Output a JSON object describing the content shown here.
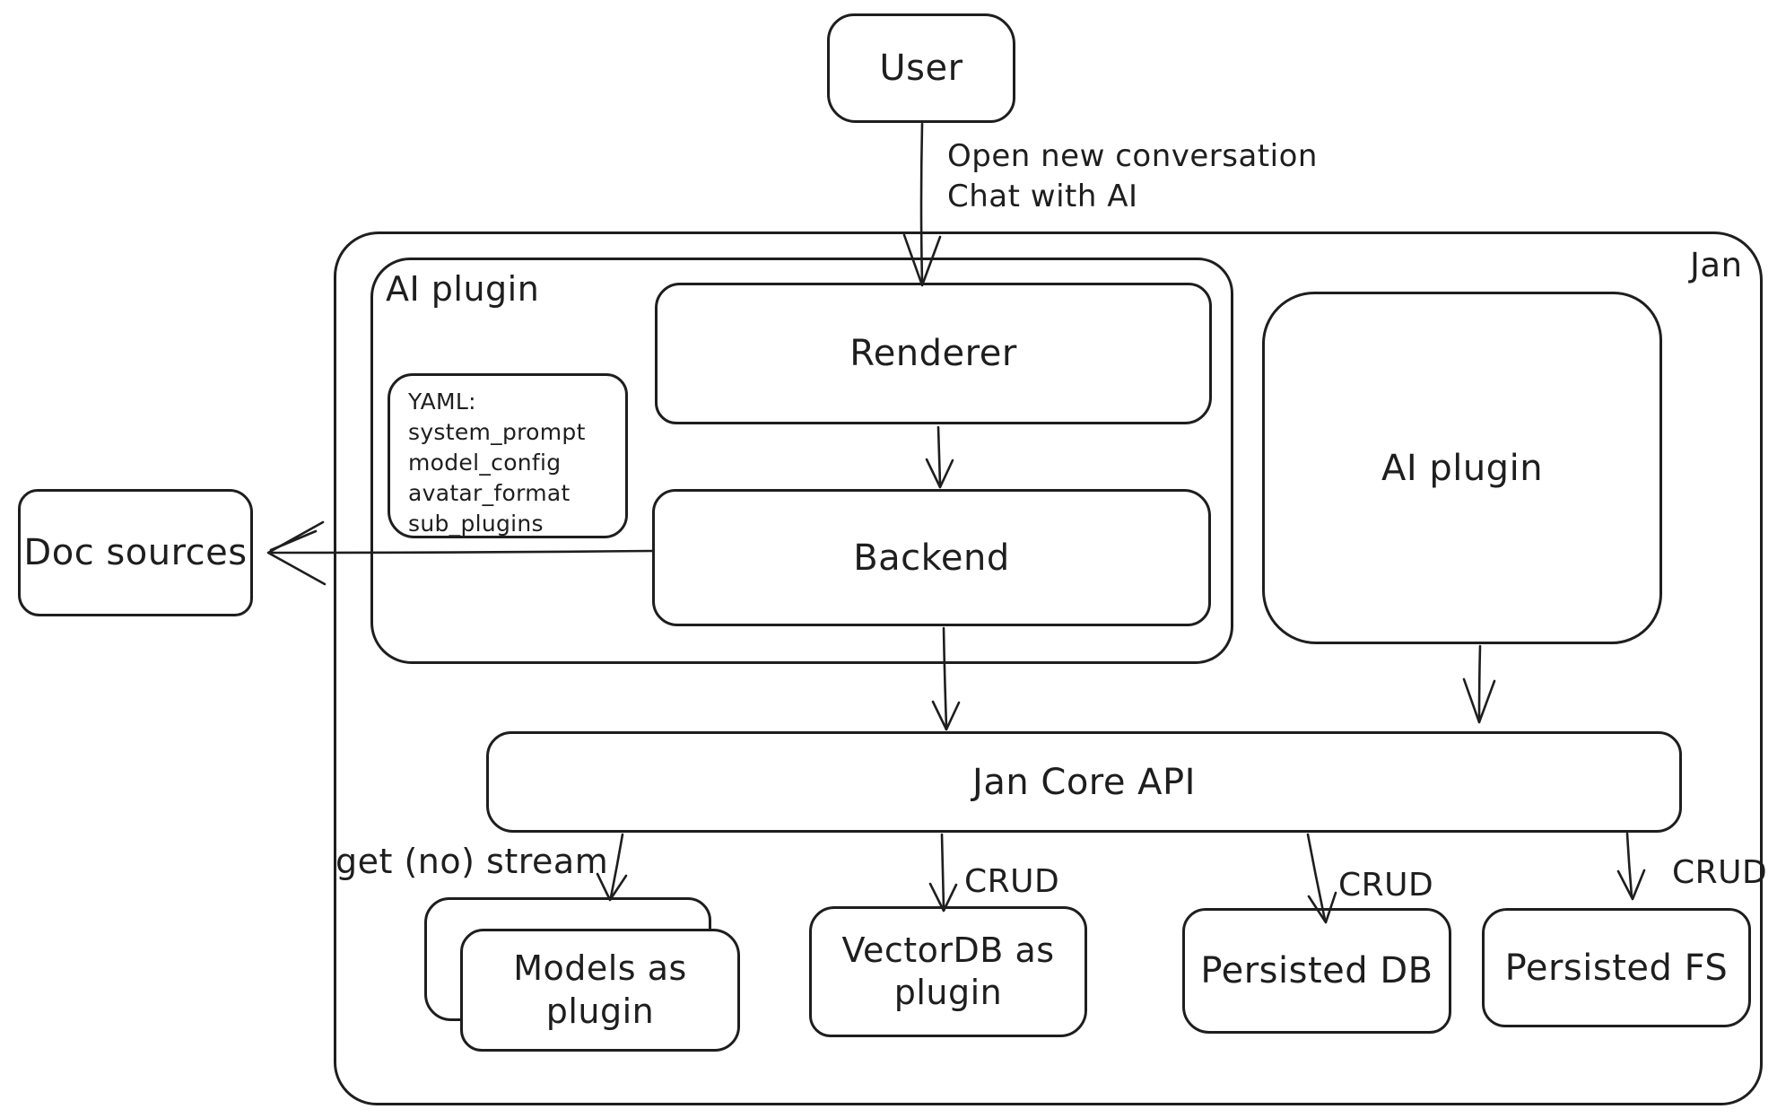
{
  "diagram": {
    "container_label": "Jan",
    "nodes": {
      "user": "User",
      "ai_plugin_left": "AI plugin",
      "yaml_note": {
        "lines": [
          "YAML:",
          "system_prompt",
          "model_config",
          "avatar_format",
          "sub_plugins"
        ]
      },
      "renderer": "Renderer",
      "backend": "Backend",
      "doc_sources": "Doc sources",
      "ai_plugin_right": "AI plugin",
      "jan_core_api": "Jan Core API",
      "models_plugin": "Models as plugin",
      "vectordb_plugin": "VectorDB as plugin",
      "persisted_db": "Persisted DB",
      "persisted_fs": "Persisted FS"
    },
    "edge_labels": {
      "user_to_renderer": [
        "Open new conversation",
        "Chat with AI"
      ],
      "api_to_models": "get (no) stream",
      "api_to_vectordb": "CRUD",
      "api_to_persisted_db": "CRUD",
      "api_to_persisted_fs": "CRUD"
    },
    "colors": {
      "stroke": "#1e1e1e",
      "background": "#ffffff"
    }
  }
}
